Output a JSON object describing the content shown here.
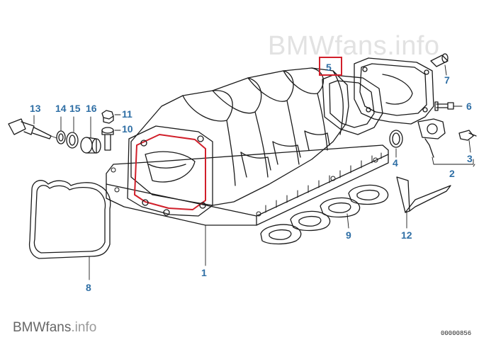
{
  "watermark": {
    "brand": "BMWfans",
    "domain": ".info"
  },
  "footer": {
    "brand": "BMWfans",
    "domain": ".info",
    "diagram_number": "00000856"
  },
  "callouts": {
    "c1": "1",
    "c2": "2",
    "c3": "3",
    "c4": "4",
    "c5": "5",
    "c6": "6",
    "c7": "7",
    "c8": "8",
    "c9": "9",
    "c10": "10",
    "c11": "11",
    "c12": "12",
    "c13": "13",
    "c14": "14",
    "c15": "15",
    "c16": "16"
  },
  "highlight": {
    "part": "5",
    "color": "#d11f2a"
  },
  "colors": {
    "callout": "#2f6fa5",
    "line": "#1a1a1a"
  }
}
